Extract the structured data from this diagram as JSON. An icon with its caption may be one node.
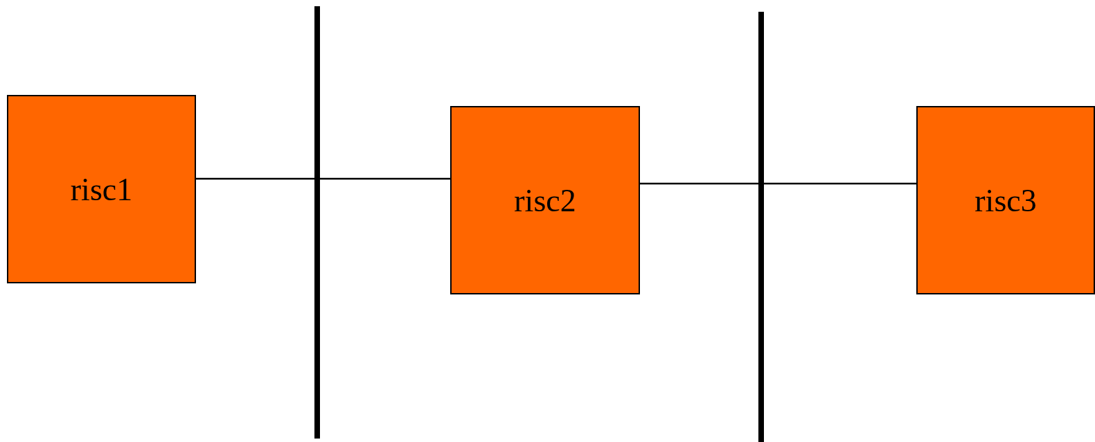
{
  "diagram": {
    "nodes": [
      {
        "text": [
          "risc1"
        ]
      },
      {
        "text": [],
        "shape": "bar"
      },
      {
        "text": [
          "risc2"
        ]
      },
      {
        "text": [],
        "shape": "bar"
      },
      {
        "text": [
          "risc3"
        ]
      }
    ],
    "edges": [
      {
        "from": 0,
        "to": 1,
        "arrow": "none"
      },
      {
        "from": 1,
        "to": 2,
        "arrow": "none"
      },
      {
        "from": 2,
        "to": 3,
        "arrow": "none"
      },
      {
        "from": 3,
        "to": 4,
        "arrow": "none"
      }
    ]
  }
}
